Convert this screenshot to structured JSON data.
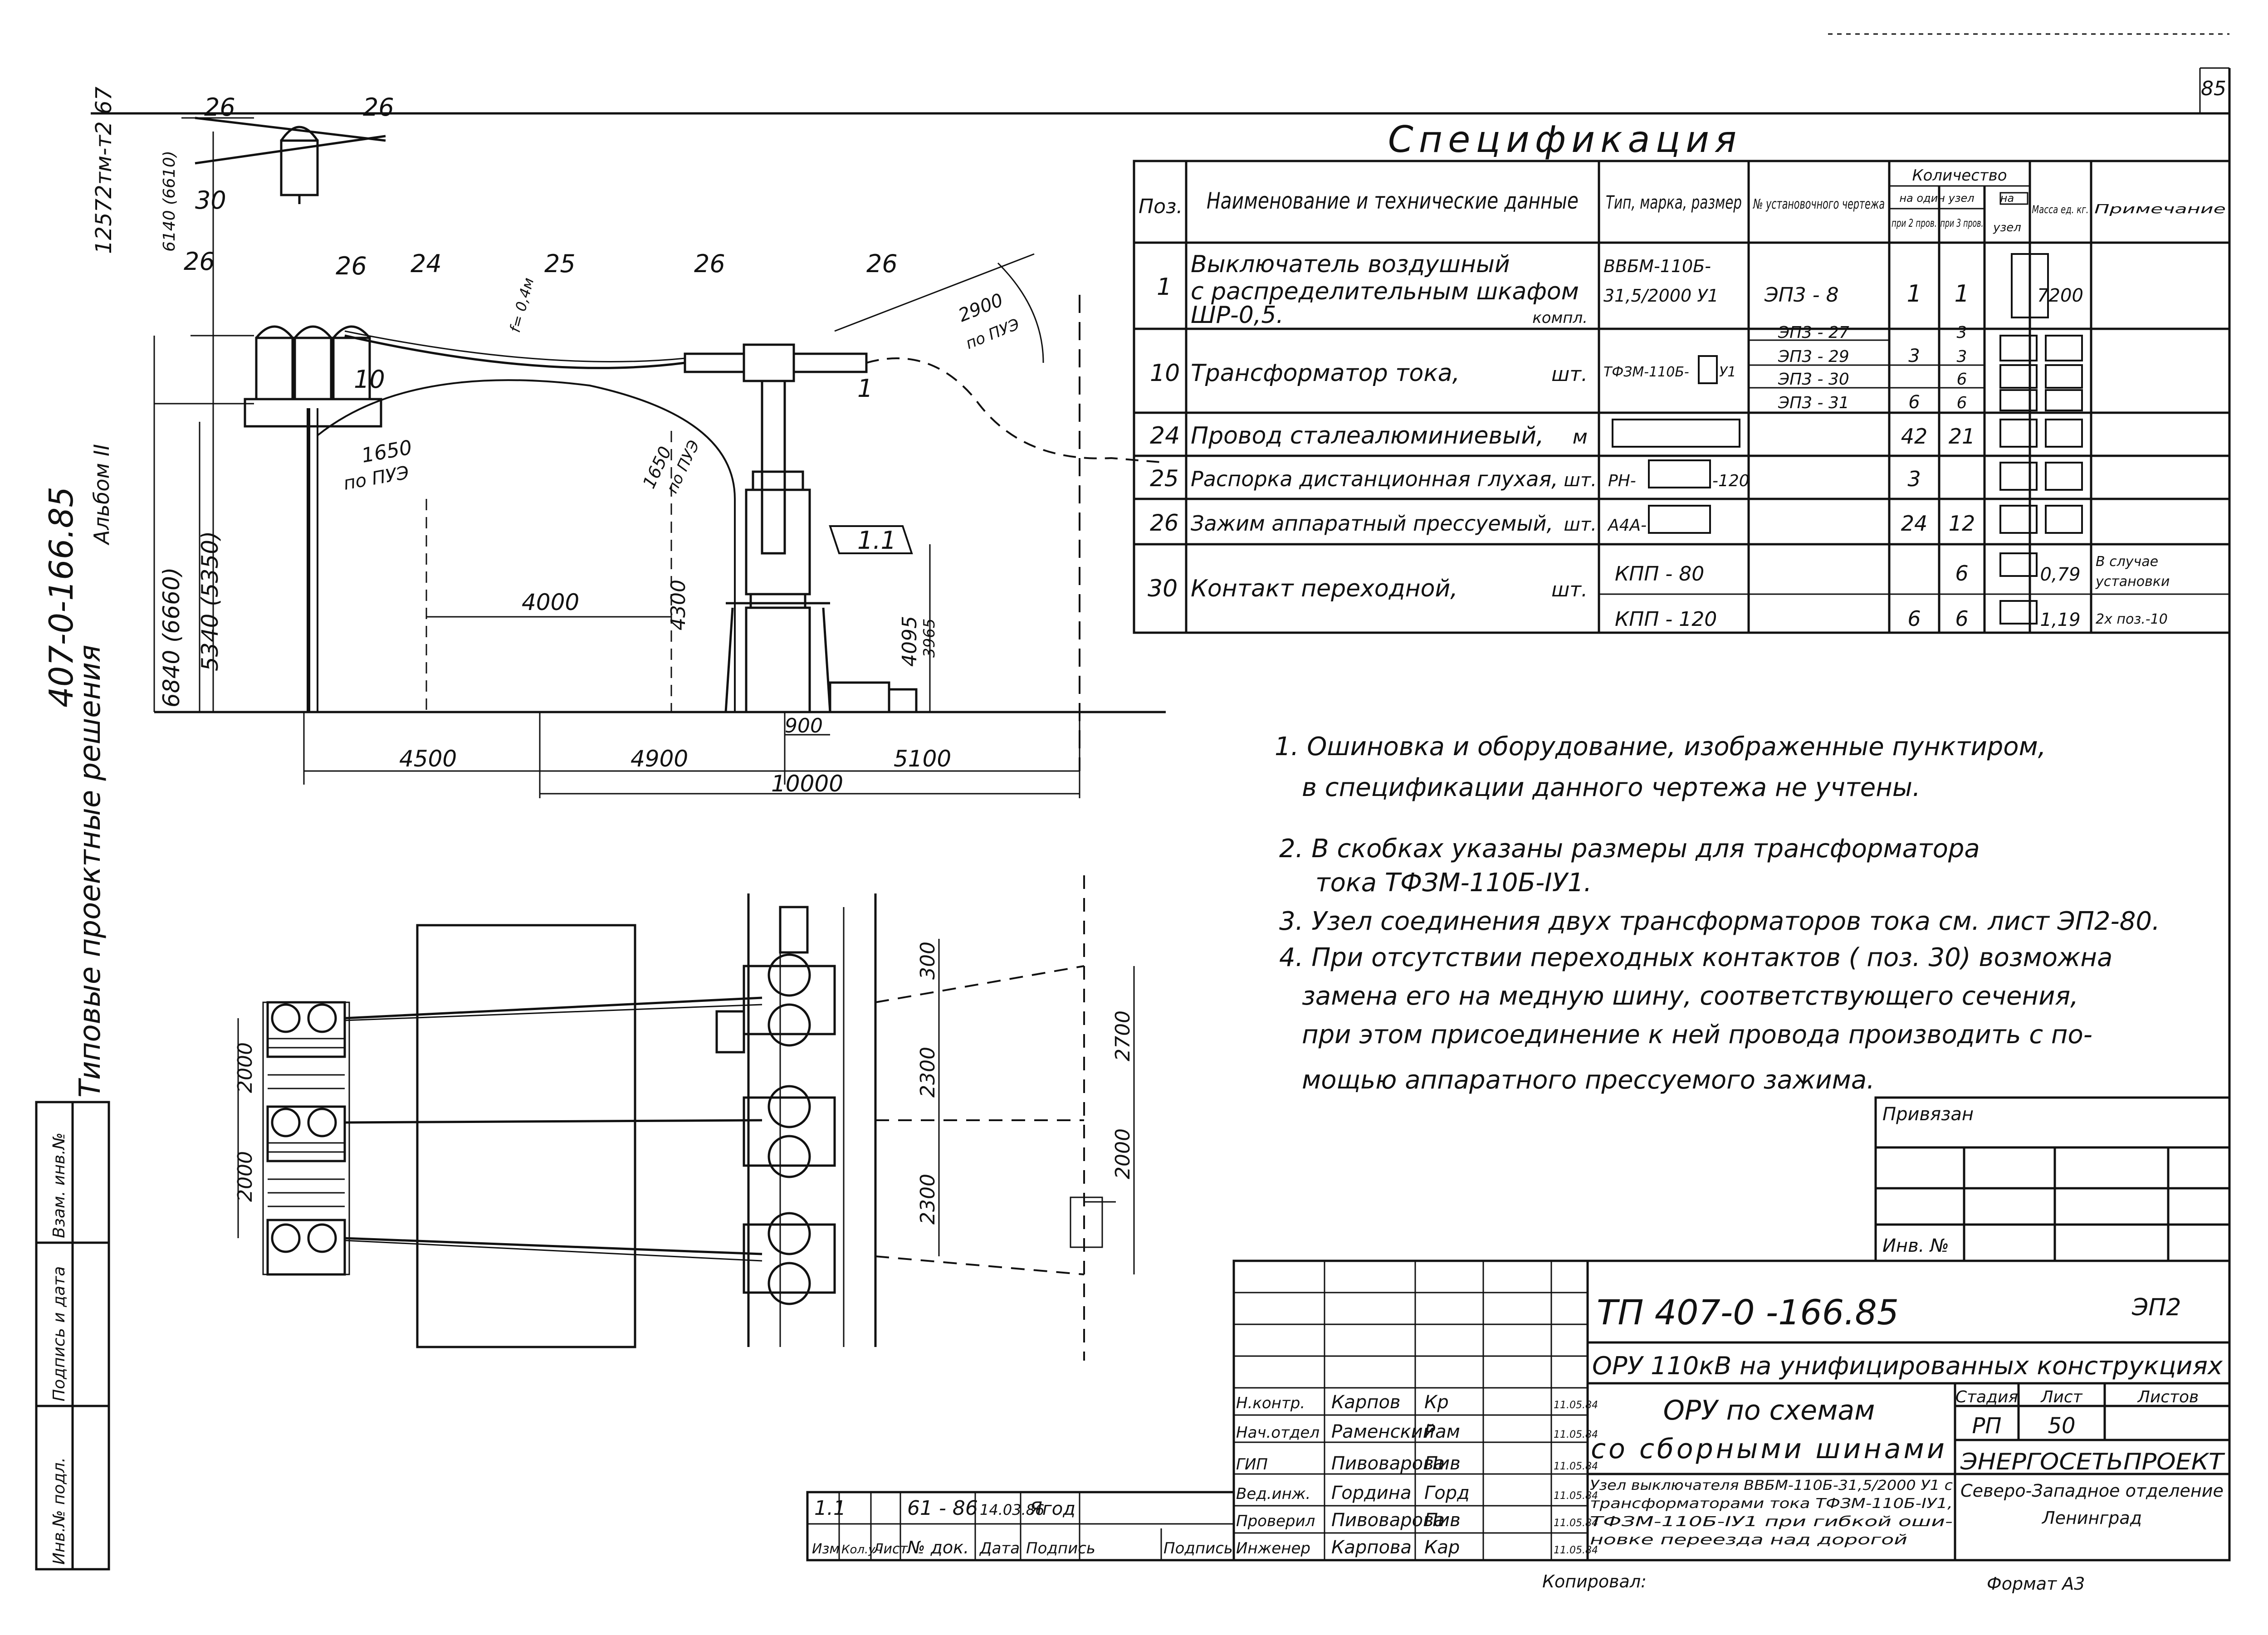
{
  "page_number": "85",
  "side_stamp": {
    "album_code": "12572тм-т2 67",
    "project_code": "407-0-166.85",
    "album_label": "Альбом II",
    "series_title": "Типовые проектные решения",
    "box_inv_original": "Инв.№ подл.",
    "box_signature": "Подпись и дата",
    "box_inv_replace": "Взам. инв.№"
  },
  "specification": {
    "title": "Спецификация",
    "headers": {
      "pos": "Поз.",
      "name": "Наименование и технические данные",
      "type": "Тип, марка, размер",
      "drawing": "№ установочного чертежа",
      "quantity": "Количество",
      "per_node": "на один узел",
      "two_wires": "при 2 пров.",
      "three_wires": "при 3 пров.",
      "node_sub": "на",
      "node": "узел",
      "mass": "Масса ед. кг.",
      "note": "Примечание"
    },
    "rows": [
      {
        "pos": "1",
        "name": [
          "Выключатель воздушный",
          "с распределительным шкафом",
          "ШР-0,5.",
          "компл."
        ],
        "type": [
          "ВВБМ-110Б-",
          "31,5/2000 У1"
        ],
        "drawing": [
          "ЭП3 - 8"
        ],
        "q2": [
          "1"
        ],
        "q3": [
          "1"
        ],
        "mass": [
          "7200"
        ],
        "note": []
      },
      {
        "pos": "10",
        "name": [
          "Трансформатор тока,",
          "шт."
        ],
        "type": [
          "ТФЗМ-110Б-",
          "У1"
        ],
        "drawing": [
          "ЭП3 - 27",
          "ЭП3 - 29",
          "ЭП3 - 30",
          "ЭП3 - 31"
        ],
        "q2": [
          "",
          "3",
          "",
          "6"
        ],
        "q3": [
          "3",
          "3",
          "6",
          "6"
        ],
        "mass": [],
        "note": []
      },
      {
        "pos": "24",
        "name": [
          "Провод сталеалюминиевый,",
          "м"
        ],
        "type": [],
        "drawing": [],
        "q2": [
          "42"
        ],
        "q3": [
          "21"
        ],
        "mass": [],
        "note": []
      },
      {
        "pos": "25",
        "name": [
          "Распорка дистанционная глухая,",
          "шт."
        ],
        "type": [
          "РН-",
          "-120"
        ],
        "drawing": [],
        "q2": [
          "3"
        ],
        "q3": [],
        "mass": [],
        "note": []
      },
      {
        "pos": "26",
        "name": [
          "Зажим аппаратный прессуемый,",
          "шт."
        ],
        "type": [
          "А4А-"
        ],
        "drawing": [],
        "q2": [
          "24"
        ],
        "q3": [
          "12"
        ],
        "mass": [],
        "note": []
      },
      {
        "pos": "30",
        "name": [
          "Контакт переходной,",
          "шт."
        ],
        "type": [
          "КПП - 80",
          "КПП - 120"
        ],
        "drawing": [],
        "q2": [
          "",
          "6"
        ],
        "q3": [
          "6",
          "6"
        ],
        "mass": [
          "0,79",
          "1,19"
        ],
        "note": [
          "В случае",
          "установки",
          "2х поз.-10"
        ]
      }
    ]
  },
  "notes": [
    "1. Ошиновка и оборудование, изображенные пунктиром,",
    "в спецификации данного чертежа не учтены.",
    "2. В скобках указаны размеры для трансформатора",
    "тока ТФЗМ-110Б-IУ1.",
    "3. Узел соединения двух трансформаторов тока см. лист ЭП2-80.",
    "4. При отсутствии переходных контактов ( поз. 30) возможна",
    "замена его на медную шину, соответствующего сечения,",
    "при этом присоединение к ней провода производить с по-",
    "мощью аппаратного прессуемого зажима."
  ],
  "elevation": {
    "callouts": [
      "26",
      "26",
      "30",
      "26",
      "26",
      "24",
      "25",
      "26",
      "26",
      "10",
      "1",
      "1.1"
    ],
    "dims": {
      "h_6840": "6840 (6660)",
      "h_5340": "5340 (5350)",
      "h_top": "6140 (6610)",
      "sag": "f= 0,4м",
      "d_2900": "2900",
      "d_2900_note": "по ПУЭ",
      "d_1650a": "1650",
      "d_1650a_note": "по ПУЭ",
      "d_1650b": "1650",
      "d_1650b_note": "по ПУЭ",
      "d_4000": "4000",
      "d_4300": "4300",
      "d_4095": "4095",
      "d_4095b": "3965",
      "d_900": "900",
      "d_4500": "4500",
      "d_4900": "4900",
      "d_5100": "5100",
      "d_10000": "10000"
    }
  },
  "plan": {
    "dims": {
      "p_2000a": "2000",
      "p_2000b": "2000",
      "p_300": "300",
      "p_2300a": "2300",
      "p_2300b": "2300",
      "p_2700": "2700",
      "p_2000c": "2000"
    }
  },
  "title_block": {
    "binding": "Привязан",
    "inv_no": "Инв. №",
    "doc_code": "ТП 407-0 -166.85",
    "sheet_code": "ЭП2",
    "object": "ОРУ 110кВ на унифицированных конструкциях",
    "drawing_title": [
      "ОРУ по схемам",
      "со сборными шинами"
    ],
    "drawing_desc": [
      "Узел выключателя ВВБМ-110Б-31,5/2000 У1 с",
      "трансформаторами тока ТФЗМ-110Б-IУ1,",
      "ТФЗМ-110Б-IУ1 при гибкой оши-",
      "новке переезда над дорогой"
    ],
    "stage_h": "Стадия",
    "sheet_h": "Лист",
    "sheets_h": "Листов",
    "stage": "РП",
    "sheet": "50",
    "company": [
      "ЭНЕРГОСЕТЬПРОЕКТ",
      "Северо-Западное отделение",
      "Ленинград"
    ],
    "roles": [
      {
        "role": "Н.контр.",
        "name": "Карпов",
        "sign": "Кр",
        "date": "11.05.84"
      },
      {
        "role": "Нач.отдел",
        "name": "Раменский",
        "sign": "Рам",
        "date": "11.05.84"
      },
      {
        "role": "ГИП",
        "name": "Пивоварова",
        "sign": "Пив",
        "date": "11.05.84"
      },
      {
        "role": "Вед.инж.",
        "name": "Гордина",
        "sign": "Горд",
        "date": "11.05.84"
      },
      {
        "role": "Проверил",
        "name": "Пивоварова",
        "sign": "Пив",
        "date": "11.05.84"
      },
      {
        "role": "Инженер",
        "name": "Карпова",
        "sign": "Кар",
        "date": "11.05.84"
      }
    ],
    "revision": {
      "change": "1.1",
      "doc": "61 - 86",
      "date": "14.03.86",
      "sign": "Ягод"
    },
    "rev_headers": [
      "Изм",
      "Кол.уч",
      "Лист",
      "№ док.",
      "Дата",
      "Подпись",
      "Подпись"
    ],
    "copied": "Копировал:",
    "format": "Формат А3"
  }
}
